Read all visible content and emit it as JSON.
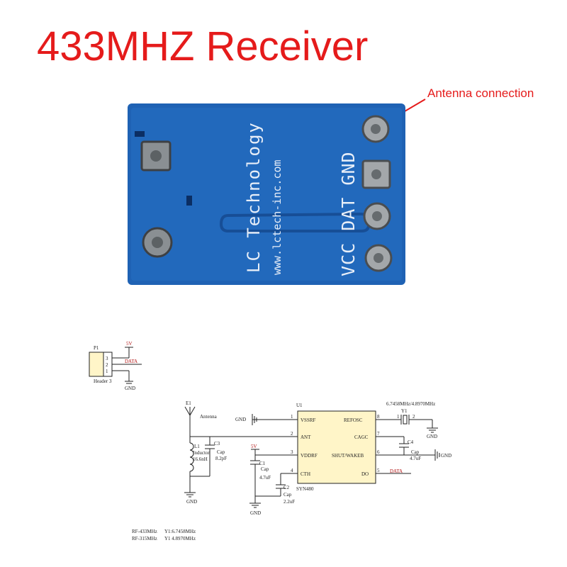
{
  "title": "433MHZ Receiver",
  "annotation": "Antenna connection",
  "board": {
    "brand": "LC Technology",
    "url": "www.lctech-inc.com",
    "pins": "VCC DAT GND",
    "color": "#1f62b4"
  },
  "schematic": {
    "header": {
      "ref": "P1",
      "name": "Header 3",
      "pins": [
        "3",
        "2",
        "1"
      ],
      "v5": "5V",
      "data": "DATA",
      "gnd": "GND"
    },
    "antenna": {
      "ref": "E1",
      "label": "Antenna"
    },
    "l1": {
      "ref": "L1",
      "type": "Inductor",
      "value": "16.6nH"
    },
    "c3": {
      "ref": "C3",
      "type": "Cap",
      "value": "8.2pF"
    },
    "c1": {
      "ref": "C1",
      "type": "Cap",
      "value": "4.7uF"
    },
    "c2": {
      "ref": "C2",
      "type": "Cap",
      "value": "2.2uF"
    },
    "c4": {
      "ref": "C4",
      "type": "Cap",
      "value": "4.7uF"
    },
    "y1": {
      "ref": "Y1",
      "freq": "6.7458MHz/4.8970MHz",
      "p1": "1",
      "p2": "2"
    },
    "ic": {
      "ref": "U1",
      "part": "SYN480",
      "left_pins": [
        {
          "num": "1",
          "name": "VSSRF"
        },
        {
          "num": "2",
          "name": "ANT"
        },
        {
          "num": "3",
          "name": "VDDRF"
        },
        {
          "num": "4",
          "name": "CTH"
        }
      ],
      "right_pins": [
        {
          "num": "8",
          "name": "REFOSC"
        },
        {
          "num": "7",
          "name": "CAGC"
        },
        {
          "num": "6",
          "name": "SHUT/WAKEB"
        },
        {
          "num": "5",
          "name": "DO"
        }
      ]
    },
    "gnd": "GND",
    "gnd_arrow": "GND",
    "gnd_right": "GND",
    "v5": "5V",
    "data_out": "DATA",
    "notes": [
      {
        "band": "RF-433MHz",
        "text": "Y1:6.7458MHz"
      },
      {
        "band": "RF-315MHz",
        "text": "Y1   4.8970MHz"
      }
    ]
  }
}
